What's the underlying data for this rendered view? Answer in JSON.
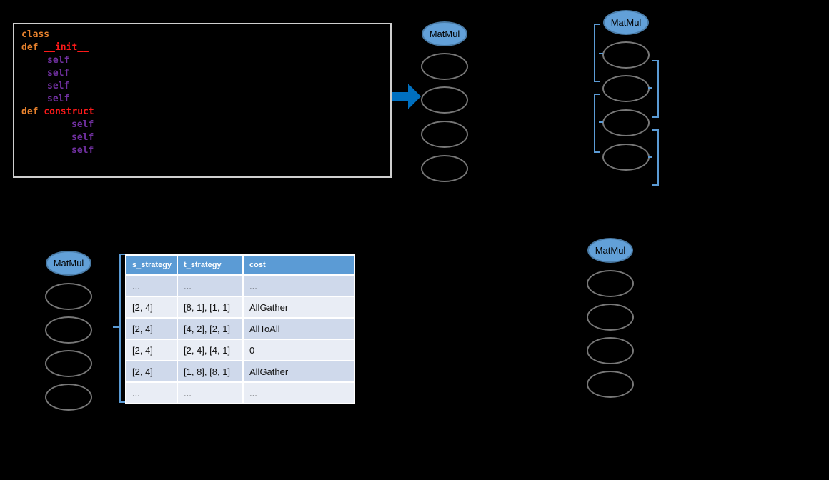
{
  "colors": {
    "background": "#000000",
    "accent_blue": "#5b9bd5",
    "op_node_fill": "#62a0d8",
    "arrow_blue": "#0070c0",
    "node_stroke_gray": "#787878",
    "table_row_dark": "#cfd9eb",
    "table_row_light": "#e9edf5",
    "code_keyword_orange": "#e8822d",
    "code_name_red": "#ff1a1a",
    "code_self_purple": "#7030a0"
  },
  "code_block": {
    "class_kw": "class",
    "def_kw": "def",
    "init_name": "__init__",
    "construct_name": "construct",
    "self_kw": "self"
  },
  "graphs": {
    "top_middle": {
      "op_label": "MatMul",
      "strategy_node_count": 4
    },
    "top_right": {
      "op_label": "MatMul",
      "strategy_node_count": 4
    },
    "bottom_left": {
      "op_label": "MatMul",
      "strategy_node_count": 4
    },
    "bottom_right": {
      "op_label": "MatMul",
      "strategy_node_count": 4
    }
  },
  "strategy_table": {
    "headers": [
      "s_strategy",
      "t_strategy",
      "cost"
    ],
    "rows": [
      [
        "...",
        "...",
        "..."
      ],
      [
        "[2, 4]",
        "[8, 1], [1, 1]",
        "AllGather"
      ],
      [
        "[2, 4]",
        "[4, 2], [2, 1]",
        "AllToAll"
      ],
      [
        "[2, 4]",
        "[2, 4], [4, 1]",
        "0"
      ],
      [
        "[2, 4]",
        "[1, 8], [8, 1]",
        "AllGather"
      ],
      [
        "...",
        "...",
        "..."
      ]
    ]
  }
}
